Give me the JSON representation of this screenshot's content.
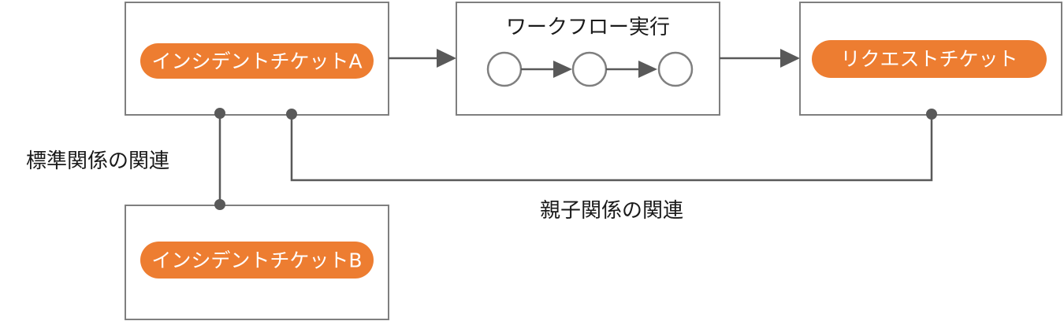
{
  "nodes": {
    "incident_a": {
      "label": "インシデントチケットA"
    },
    "workflow": {
      "label": "ワークフロー実行",
      "steps": 3
    },
    "request": {
      "label": "リクエストチケット"
    },
    "incident_b": {
      "label": "インシデントチケットB"
    }
  },
  "relations": {
    "standard": {
      "label": "標準関係の関連"
    },
    "parent_child": {
      "label": "親子関係の関連"
    }
  },
  "colors": {
    "pill": "#ed7d31",
    "border": "#7f7f7f",
    "connector": "#595959"
  }
}
